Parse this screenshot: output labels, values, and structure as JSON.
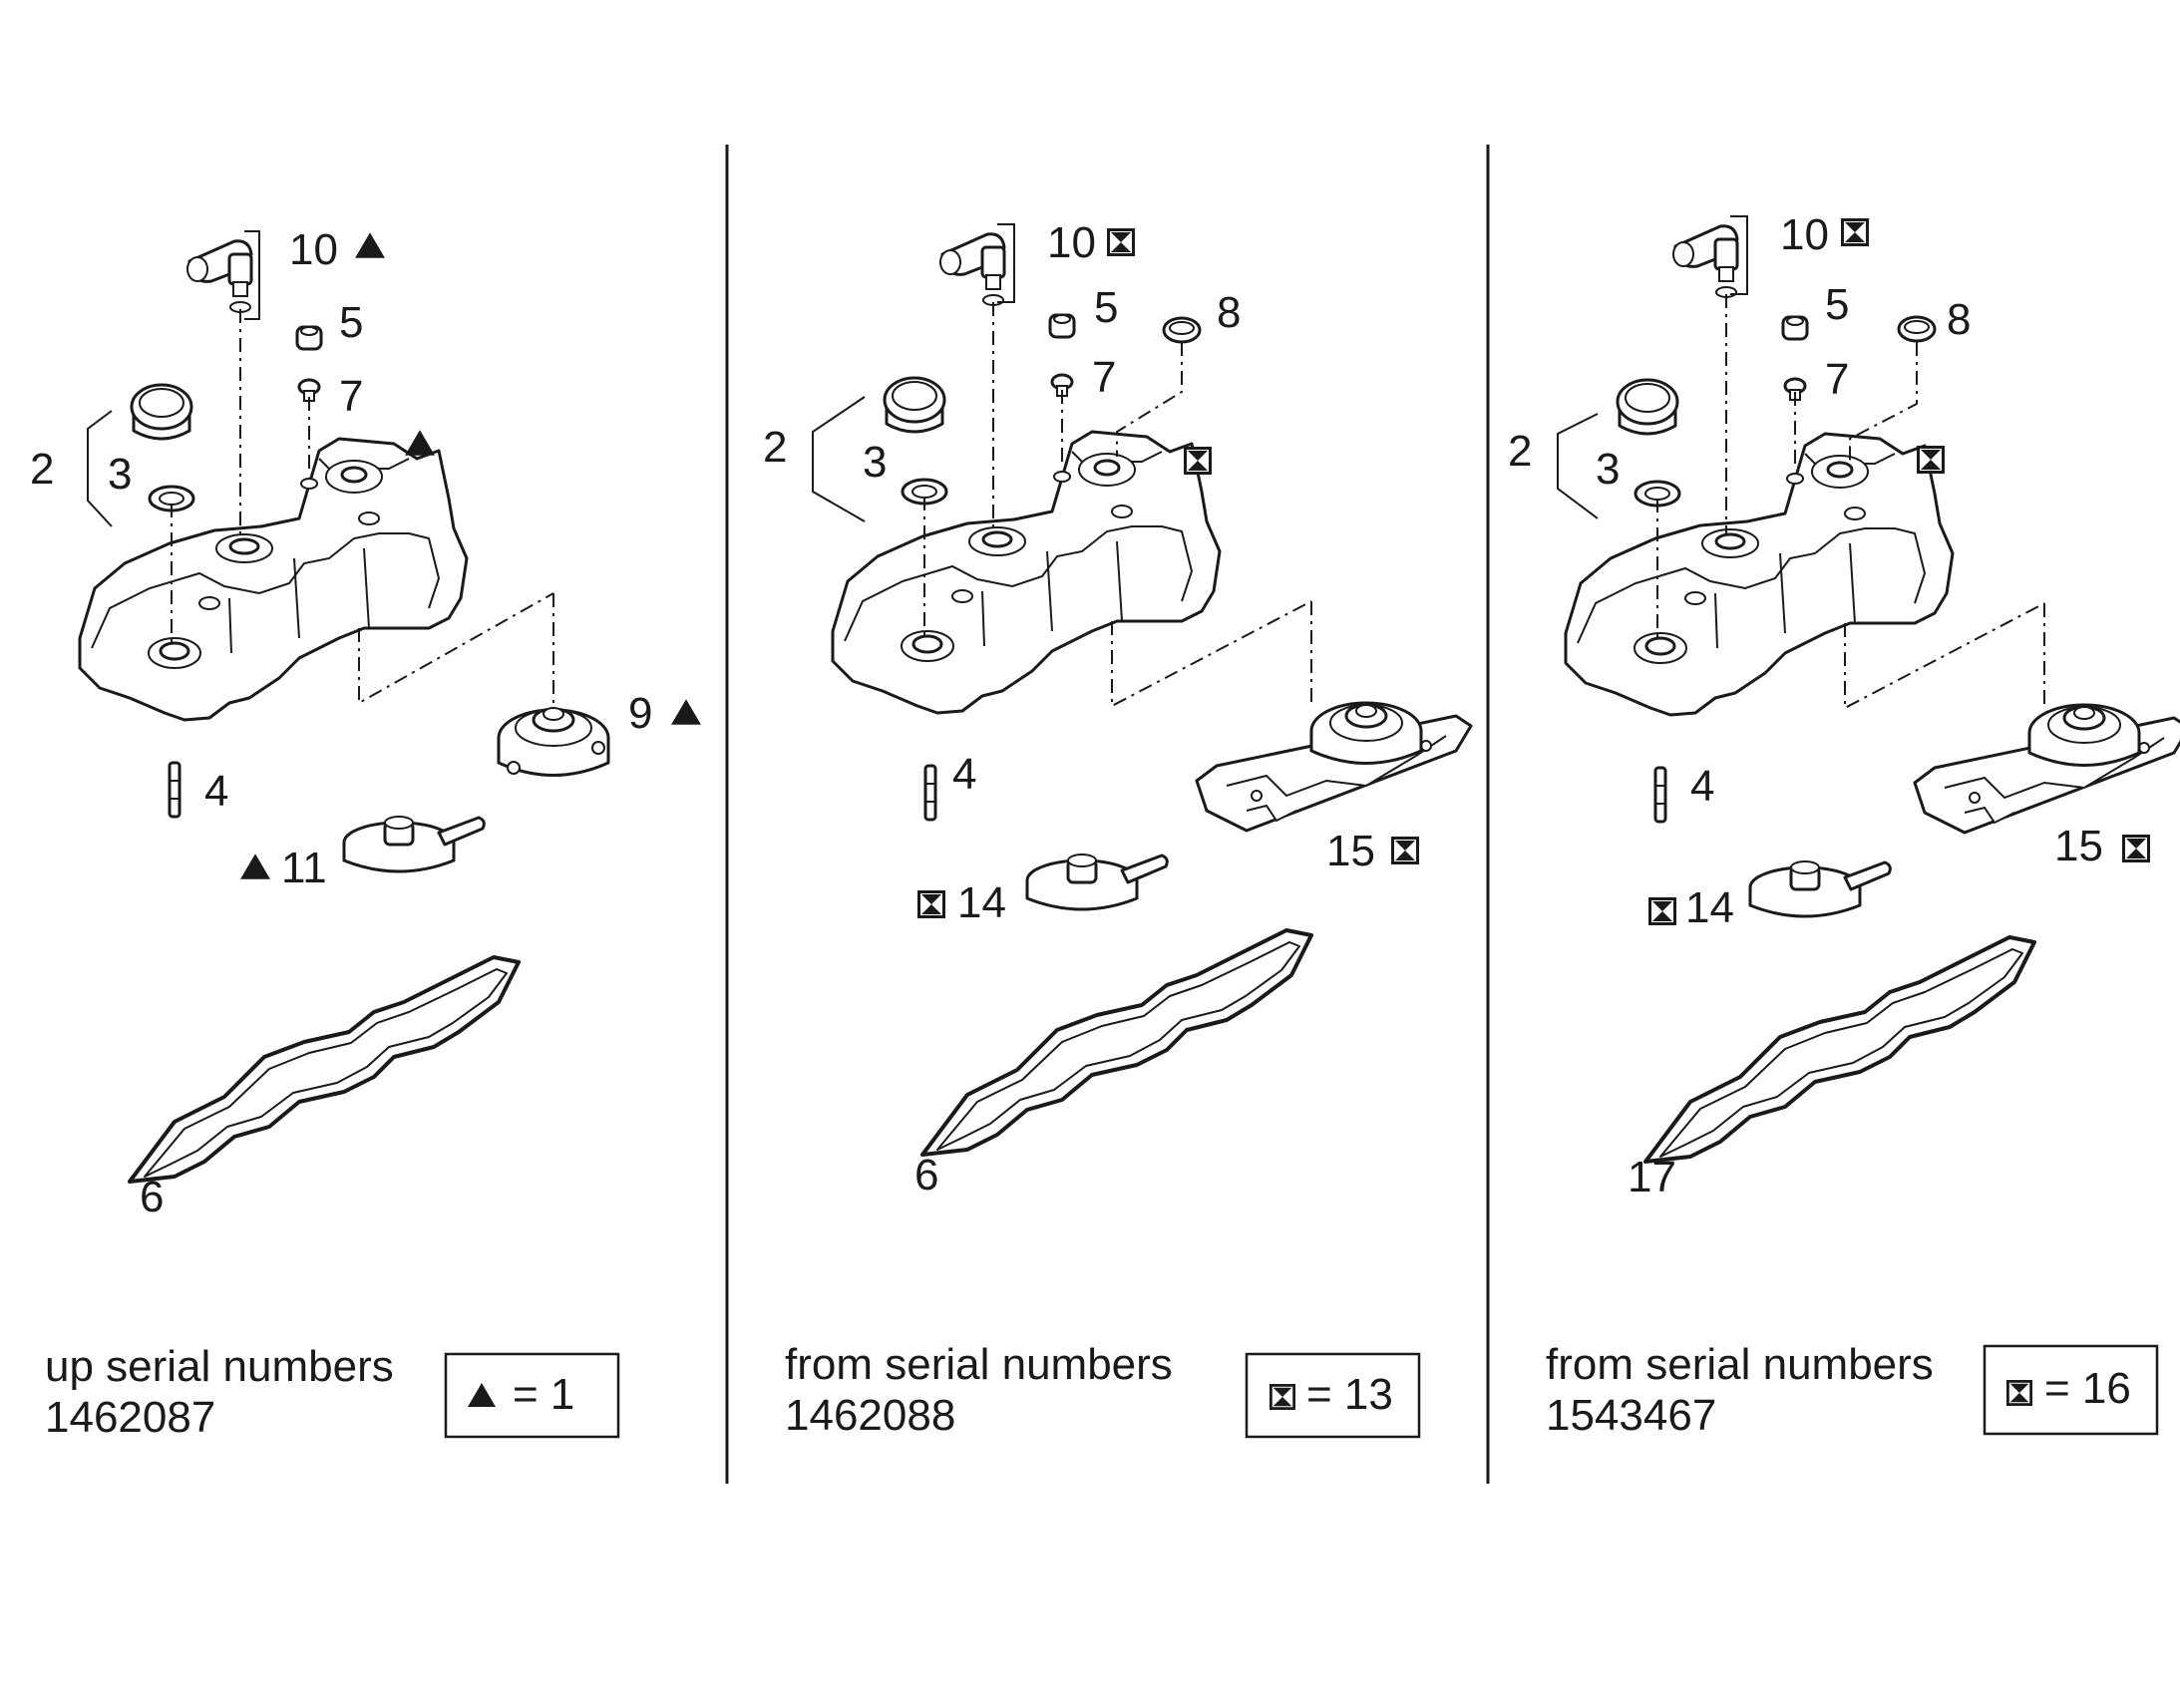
{
  "panels": [
    {
      "callouts": {
        "c10": "10",
        "c5": "5",
        "c7": "7",
        "c2": "2",
        "c3": "3",
        "c9": "9",
        "c4": "4",
        "c11": "11",
        "c6": "6"
      },
      "caption_line1": "up serial numbers",
      "caption_line2": "1462087",
      "legend_symbol": "triangle",
      "legend_text": "=  1"
    },
    {
      "callouts": {
        "c10": "10",
        "c5": "5",
        "c8": "8",
        "c7": "7",
        "c2": "2",
        "c3": "3",
        "c4": "4",
        "c15": "15",
        "c14": "14",
        "c6": "6"
      },
      "caption_line1": "from serial numbers",
      "caption_line2": "1462088",
      "legend_symbol": "hourglass-box",
      "legend_text": "= 13"
    },
    {
      "callouts": {
        "c10": "10",
        "c5": "5",
        "c8": "8",
        "c7": "7",
        "c2": "2",
        "c3": "3",
        "c4": "4",
        "c15": "15",
        "c14": "14",
        "c17": "17"
      },
      "caption_line1": "from serial numbers",
      "caption_line2": "1543467",
      "legend_symbol": "hourglass-box",
      "legend_text": "= 16"
    }
  ],
  "colors": {
    "ink": "#1a1a1a",
    "background": "#ffffff"
  }
}
